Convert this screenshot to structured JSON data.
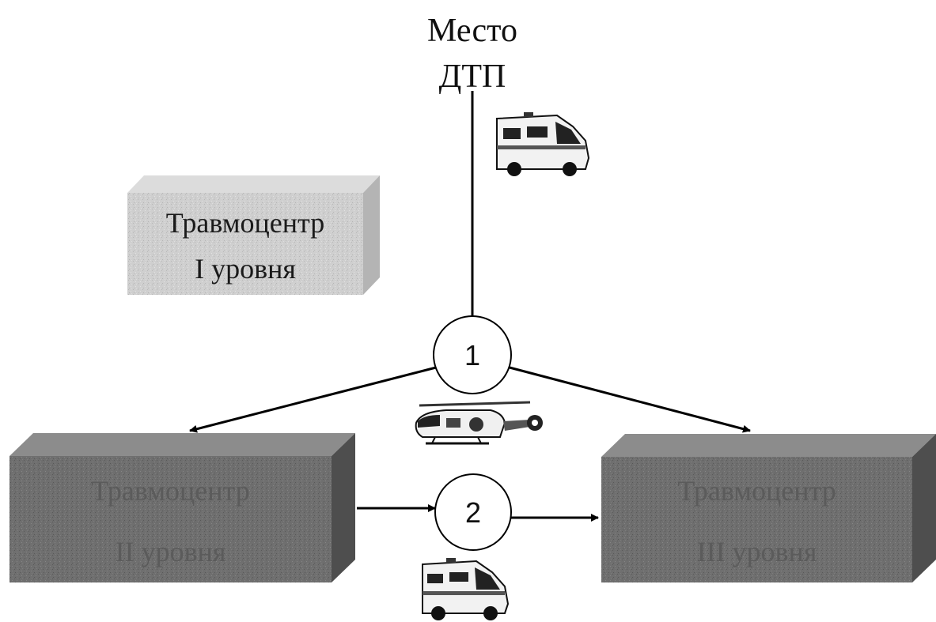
{
  "title": {
    "line1": "Место",
    "line2": "ДТП"
  },
  "boxes": {
    "level1": {
      "line1": "Травмоцентр",
      "line2": "I уровня"
    },
    "level2": {
      "line1": "Травмоцентр",
      "line2": "II уровня"
    },
    "level3": {
      "line1": "Травмоцентр",
      "line2": "III уровня"
    }
  },
  "nodes": {
    "node1": "1",
    "node2": "2"
  },
  "colors": {
    "light_box": "#c8c8c8",
    "dark_box": "#6e6e6e",
    "line": "#000000"
  },
  "icons": [
    "ambulance-icon",
    "helicopter-icon",
    "ambulance-icon"
  ]
}
